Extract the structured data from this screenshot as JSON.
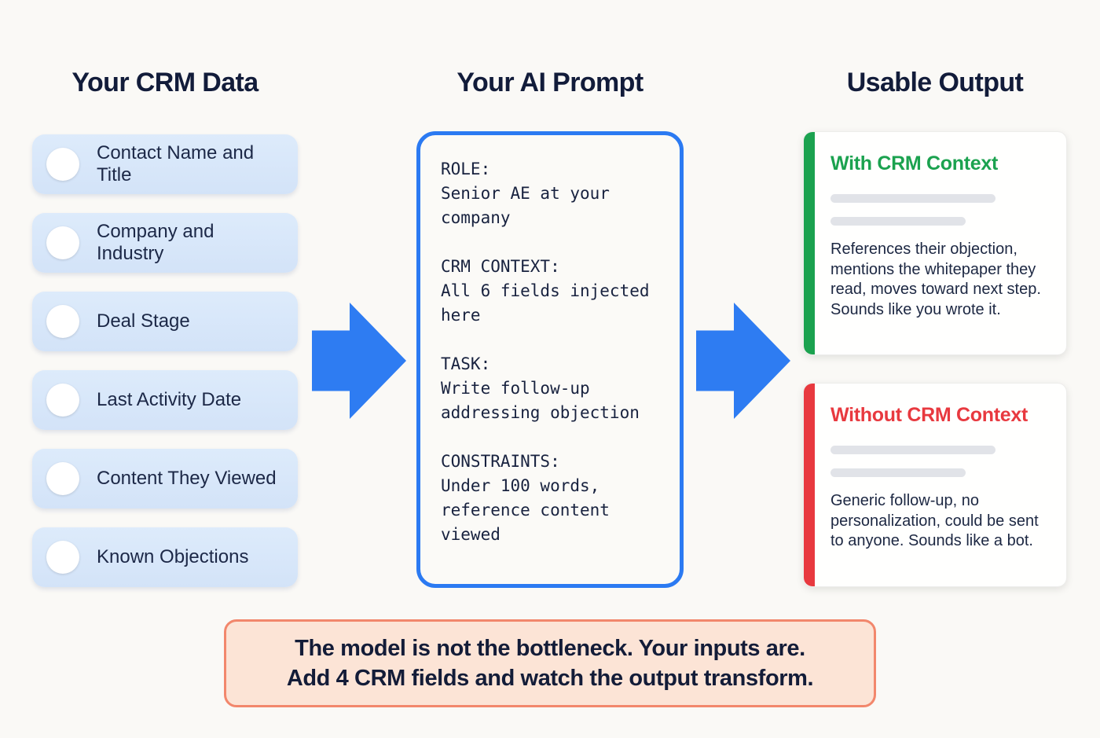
{
  "headers": {
    "crm_title": "Your CRM Data",
    "prompt_title": "Your AI Prompt",
    "output_title": "Usable Output"
  },
  "crm_fields": [
    "Contact Name and Title",
    "Company and Industry",
    "Deal Stage",
    "Last Activity Date",
    "Content They Viewed",
    "Known Objections"
  ],
  "prompt": {
    "sections": [
      {
        "label": "ROLE:",
        "body": "Senior AE at your\ncompany"
      },
      {
        "label": "CRM CONTEXT:",
        "body": "All 6 fields injected\nhere"
      },
      {
        "label": "TASK:",
        "body": "Write follow-up\naddressing objection"
      },
      {
        "label": "CONSTRAINTS:",
        "body": "Under 100 words,\nreference content\nviewed"
      }
    ]
  },
  "outputs": {
    "with_context": {
      "title": "With CRM Context",
      "body": "References their objection, mentions the whitepaper they read, moves toward next step. Sounds like you wrote it.",
      "accent_color": "#1ba24f"
    },
    "without_context": {
      "title": "Without CRM Context",
      "body": "Generic follow-up, no personalization, could be sent to anyone. Sounds like a bot.",
      "accent_color": "#e8393f"
    }
  },
  "banner": {
    "line1": "The model is not the bottleneck. Your inputs are.",
    "line2": "Add 4 CRM fields and watch the output transform."
  },
  "colors": {
    "arrow_blue": "#2e7cf2",
    "prompt_border_blue": "#2b7af2",
    "pill_blue": "#d8e6f9",
    "heading_navy": "#121c3a",
    "banner_bg": "#fce4d6",
    "banner_border": "#f2876c",
    "skeleton_gray": "#e1e3e8"
  }
}
